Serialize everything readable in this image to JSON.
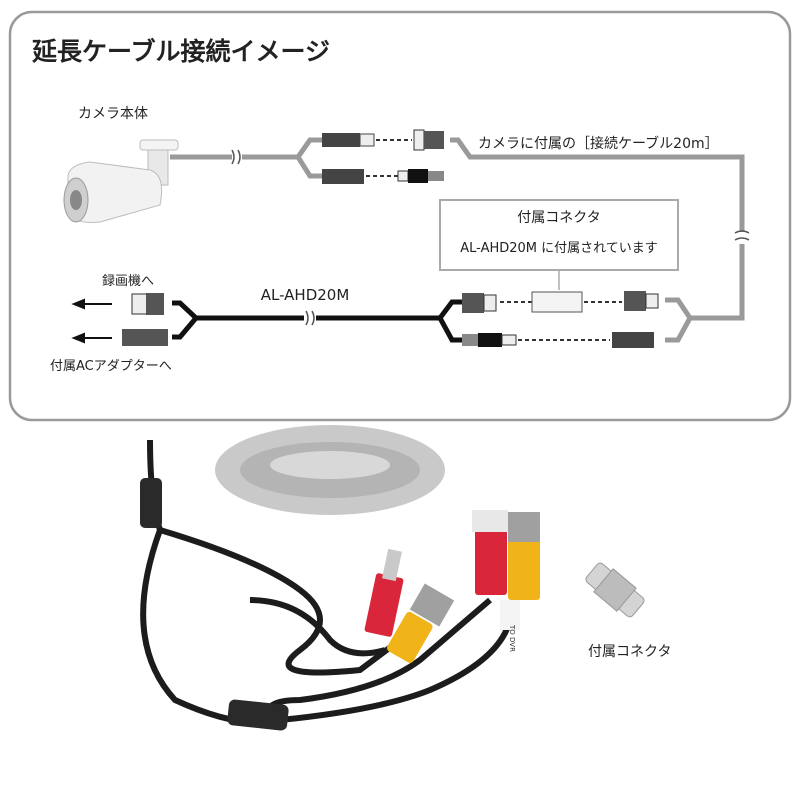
{
  "diagram": {
    "title": "延長ケーブル接続イメージ",
    "camera_label": "カメラ本体",
    "camera_cable_label": "カメラに付属の［接続ケーブル20m］",
    "connector_box": {
      "title": "付属コネクタ",
      "note": "AL-AHD20M に付属されています"
    },
    "product_cable_label": "AL-AHD20M",
    "to_recorder": "録画機へ",
    "to_adapter": "付属ACアダプターへ"
  },
  "photo": {
    "connector_label": "付属コネクタ",
    "cable_tag": "TO DVR"
  },
  "colors": {
    "gray_cable": "#9a9a9a",
    "black_cable": "#111111",
    "frame": "#9a9a9a",
    "dc_red": "#d9263a",
    "bnc_yellow": "#f0b419"
  }
}
